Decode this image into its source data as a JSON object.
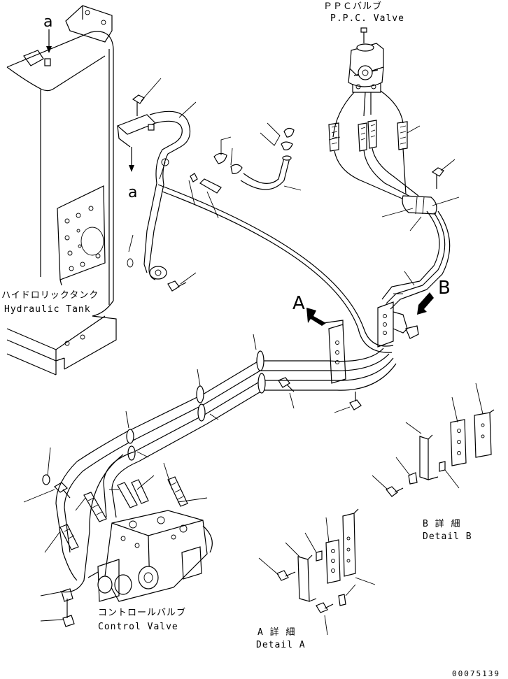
{
  "labels": {
    "ppc_valve_jp": "ＰＰＣバルブ",
    "ppc_valve_en": "P.P.C. Valve",
    "hydraulic_tank_jp": "ハイドロリックタンク",
    "hydraulic_tank_en": "Hydraulic Tank",
    "control_valve_jp": "コントロールバルブ",
    "control_valve_en": "Control Valve",
    "detail_a_jp": "A 詳 細",
    "detail_a_en": "Detail A",
    "detail_b_jp": "B 詳 細",
    "detail_b_en": "Detail B",
    "view_a": "A",
    "view_b": "B",
    "marker_a_top": "a",
    "marker_a_bottom": "a",
    "drawing_code": "00075139"
  }
}
